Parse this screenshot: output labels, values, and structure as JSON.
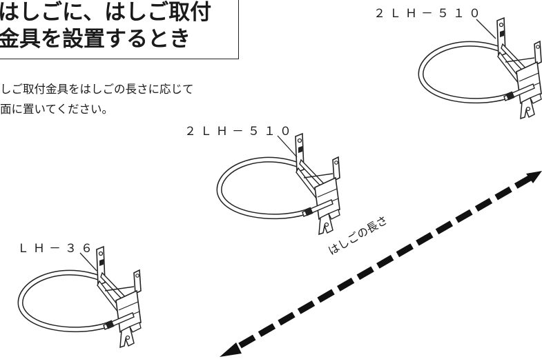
{
  "heading": {
    "line1": "はしごに、はしご取付",
    "line2": "金具を設置するとき"
  },
  "description": {
    "line1": "しご取付金具をはしごの長さに応じて",
    "line2": "面に置いてください。"
  },
  "parts": [
    {
      "label": "２ＬＨ－５１０"
    },
    {
      "label": "２ＬＨ－５１０"
    },
    {
      "label": "ＬＨ－３６"
    }
  ],
  "arrow": {
    "label": "はしごの長さ"
  }
}
